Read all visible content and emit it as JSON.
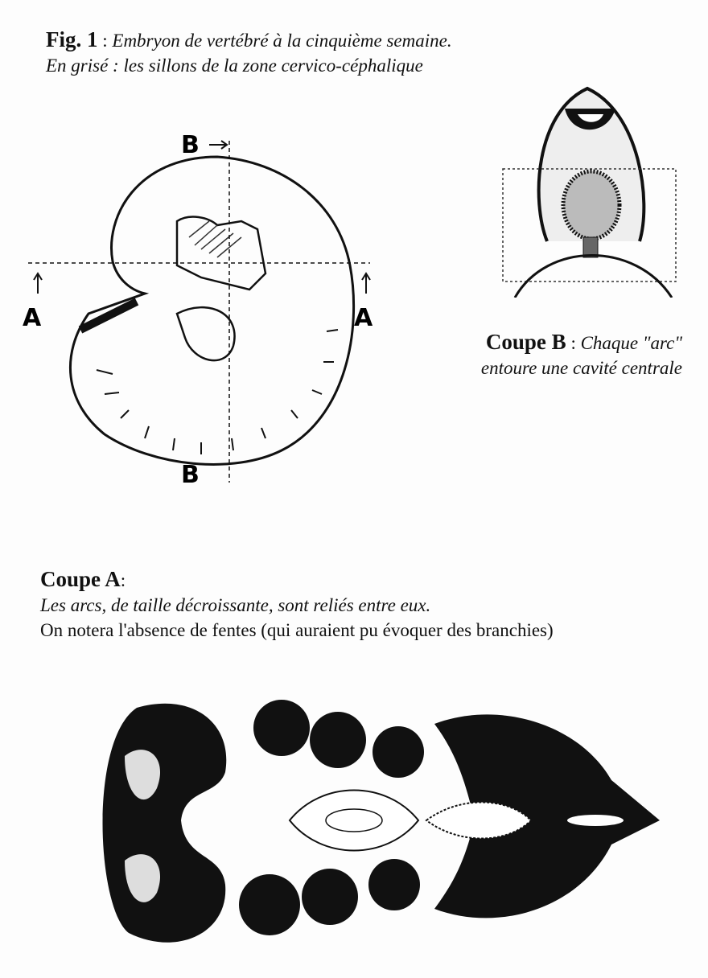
{
  "fig1": {
    "label": "Fig. 1",
    "sep": " : ",
    "title": "Embryon de vertébré à la cinquième semaine.",
    "subtitle": "En grisé : les sillons de la zone cervico-céphalique"
  },
  "embryo": {
    "label_a": "A",
    "label_b": "B"
  },
  "coupe_b": {
    "label": "Coupe B",
    "sep": " : ",
    "line1": "Chaque \"arc\"",
    "line2": "entoure une cavité centrale"
  },
  "coupe_a": {
    "label": "Coupe A",
    "sep": ":",
    "line1": "Les arcs, de taille décroissante, sont reliés entre eux.",
    "line2": "On notera l'absence de fentes (qui auraient pu évoquer des branchies)"
  }
}
